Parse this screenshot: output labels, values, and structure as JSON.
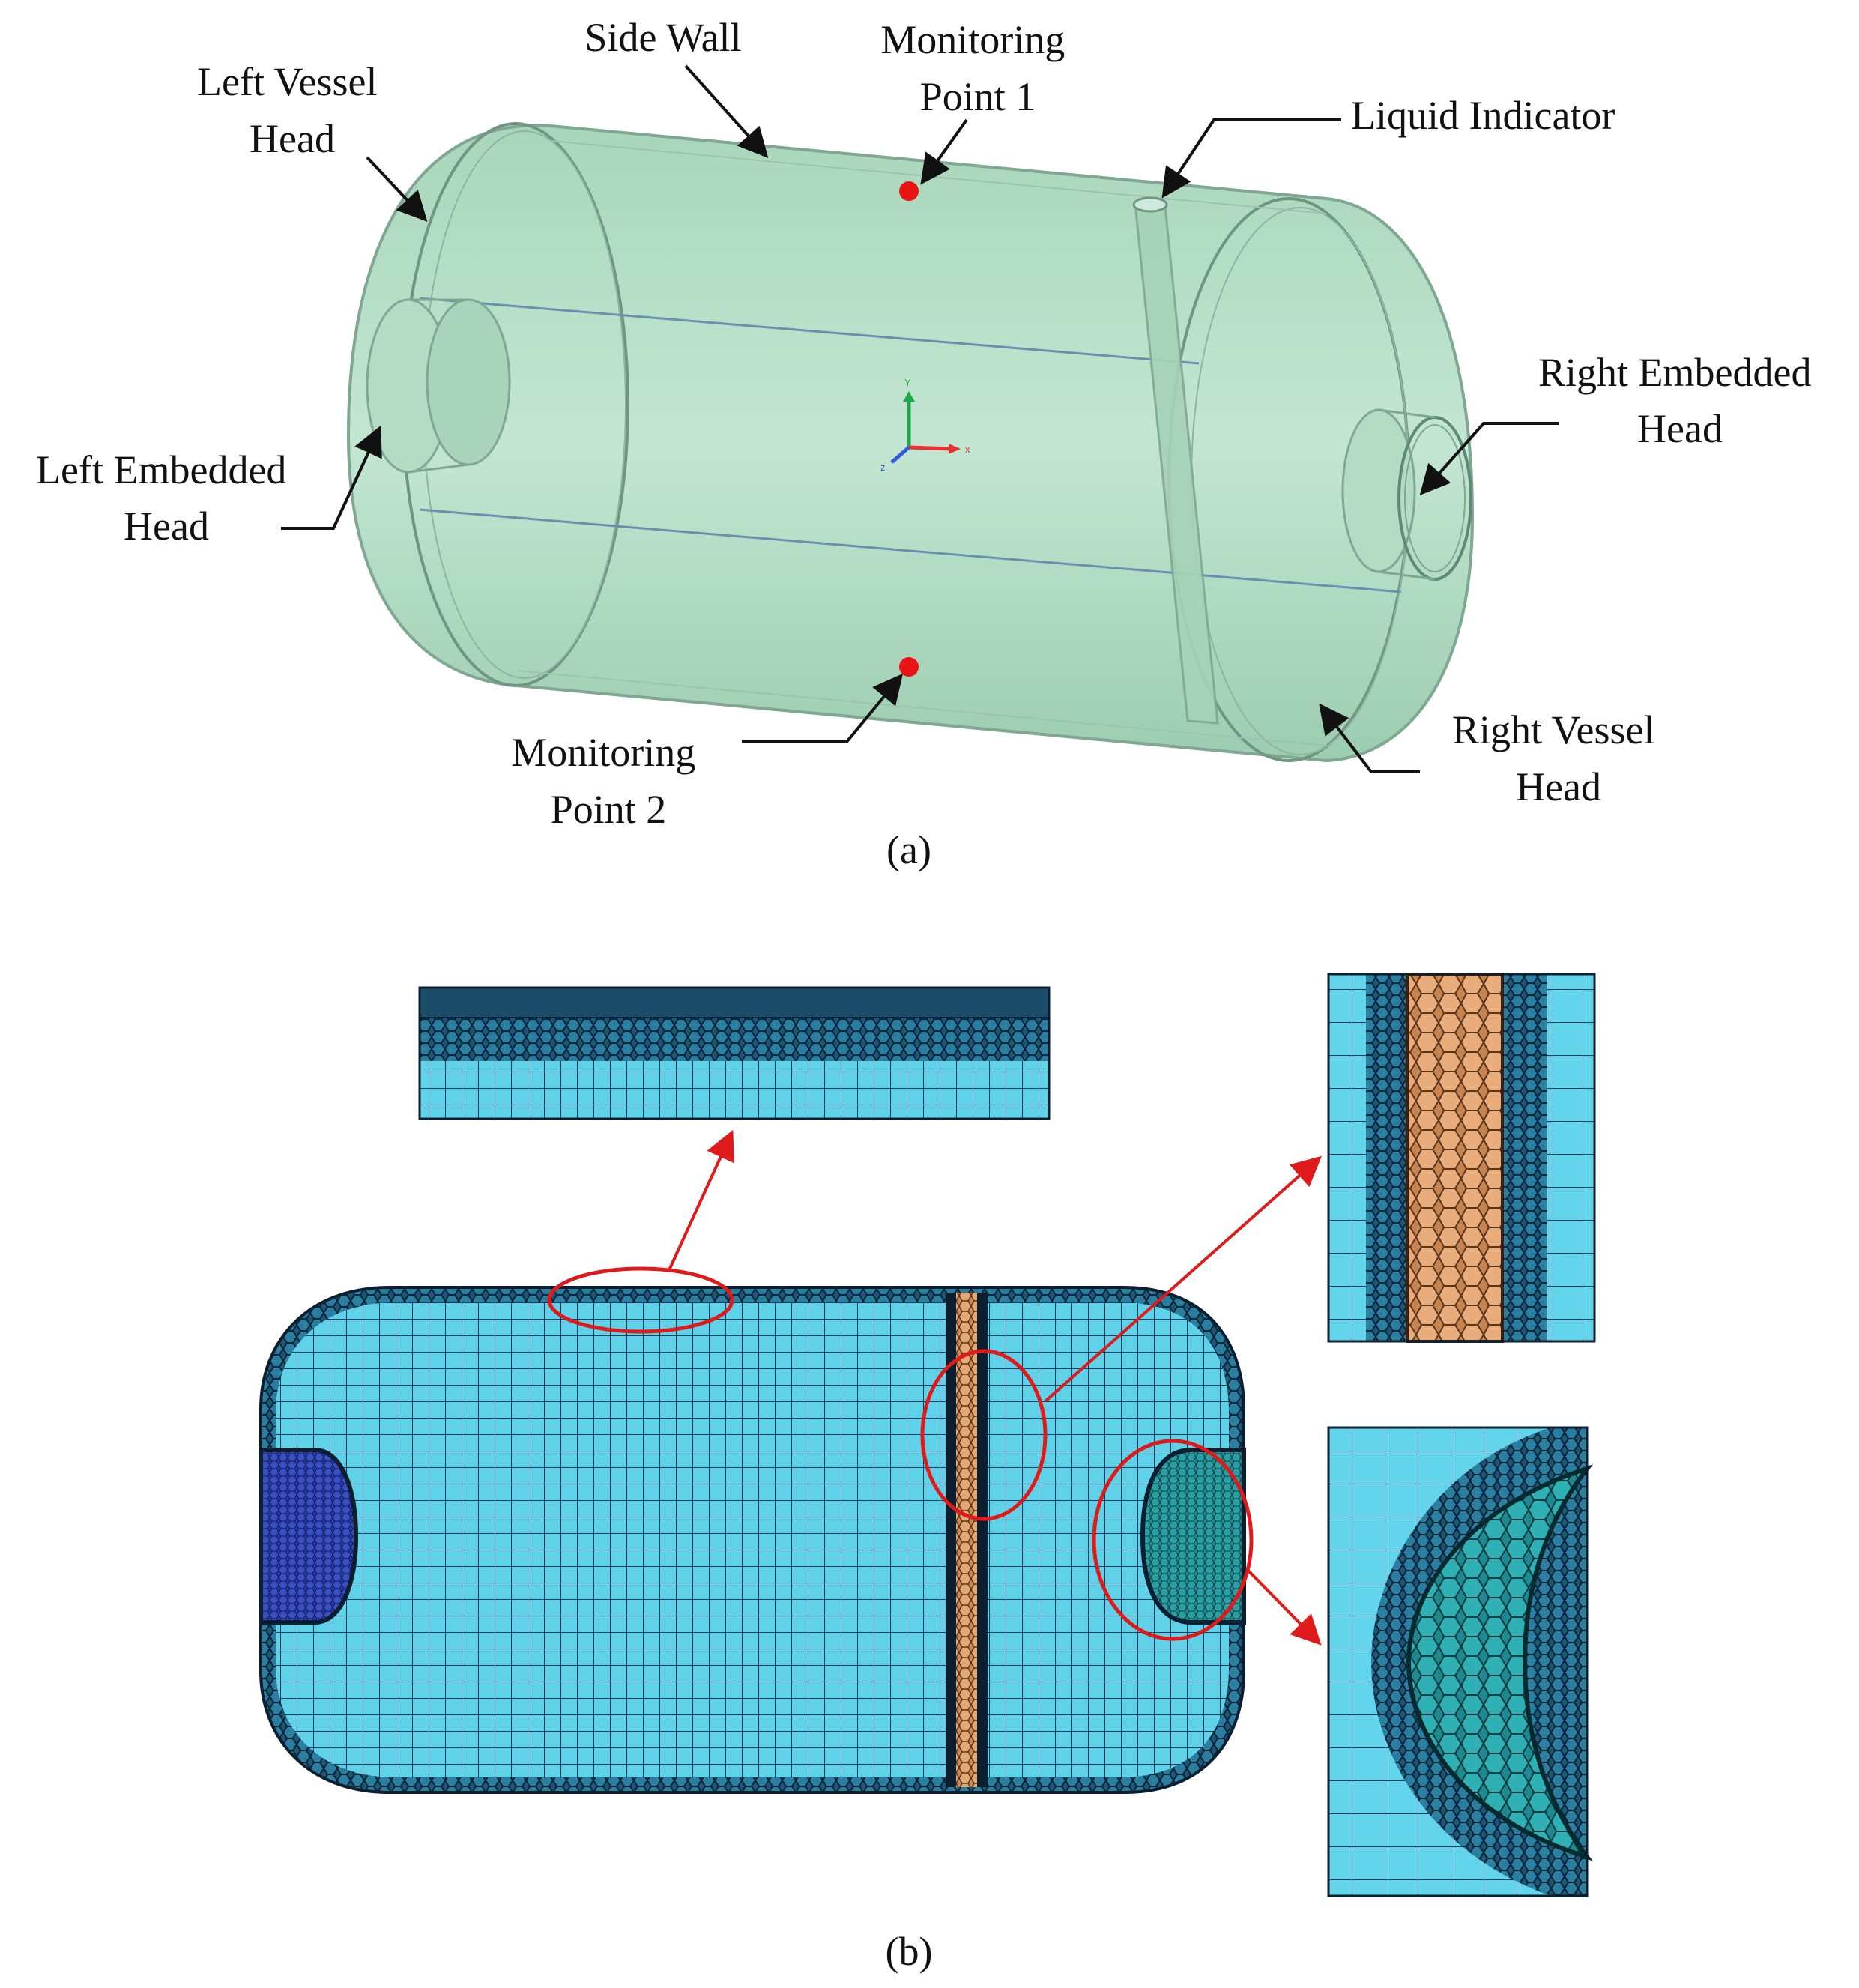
{
  "panel_a": {
    "caption": "(a)",
    "labels": {
      "left_vessel_head": [
        "Left Vessel",
        "Head"
      ],
      "side_wall": [
        "Side Wall"
      ],
      "monitoring_point_1": [
        "Monitoring",
        "Point 1"
      ],
      "liquid_indicator": [
        "Liquid Indicator"
      ],
      "right_embedded_head": [
        "Right Embedded",
        "Head"
      ],
      "left_embedded_head": [
        "Left Embedded",
        "Head"
      ],
      "monitoring_point_2": [
        "Monitoring",
        "Point 2"
      ],
      "right_vessel_head": [
        "Right Vessel",
        "Head"
      ]
    },
    "axes": {
      "x": "x",
      "y": "Y",
      "z": "z"
    }
  },
  "panel_b": {
    "caption": "(b)"
  },
  "colors": {
    "vessel_fill": "#b9ddc6",
    "vessel_edge": "#7fa792",
    "monitor_point": "#e81414",
    "mesh_fill": "#5fd2ea",
    "mesh_line": "#12324a",
    "indicator_mesh": "#c98a52",
    "left_head_mesh": "#2a3aa8",
    "right_head_mesh": "#1f8a8e",
    "zoom_marker": "#e01a1a",
    "axis_x": "#e83030",
    "axis_y": "#1fa84a",
    "axis_z": "#2f5fd8"
  }
}
